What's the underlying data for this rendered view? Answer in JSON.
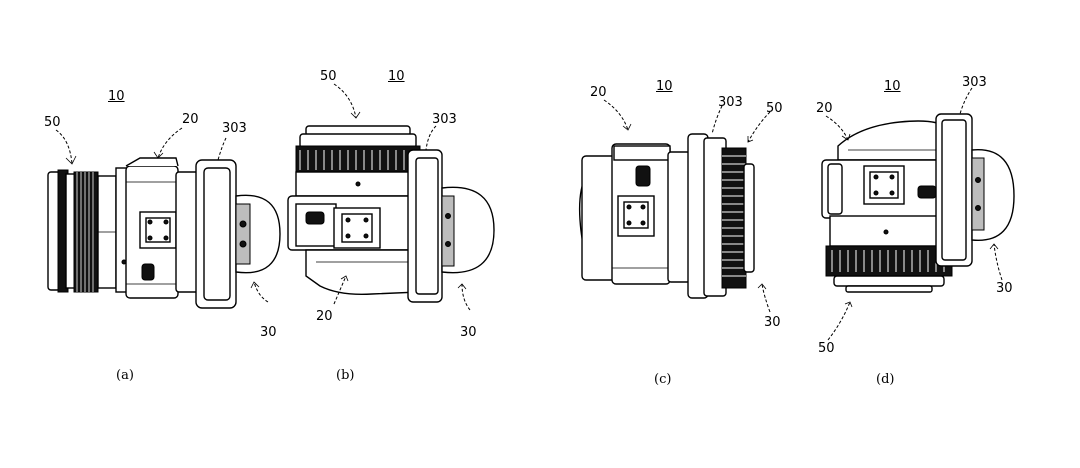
{
  "figure": {
    "views": [
      {
        "caption": "(a)",
        "labels": {
          "ref_main": "10",
          "ref_lens": "50",
          "ref_body": "20",
          "ref_mount": "303",
          "ref_unit": "30"
        }
      },
      {
        "caption": "(b)",
        "labels": {
          "ref_main": "10",
          "ref_lens": "50",
          "ref_body": "20",
          "ref_mount": "303",
          "ref_unit": "30"
        }
      },
      {
        "caption": "(c)",
        "labels": {
          "ref_main": "10",
          "ref_lens": "50",
          "ref_body": "20",
          "ref_mount": "303",
          "ref_unit": "30"
        }
      },
      {
        "caption": "(d)",
        "labels": {
          "ref_main": "10",
          "ref_lens": "50",
          "ref_body": "20",
          "ref_mount": "303",
          "ref_unit": "30"
        }
      }
    ]
  }
}
